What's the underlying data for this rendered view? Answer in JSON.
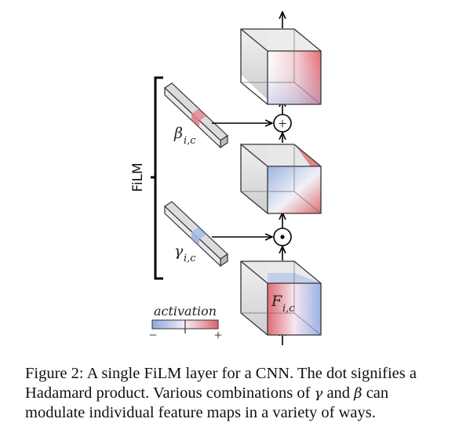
{
  "figure": {
    "film_label": "FiLM",
    "beta_symbol": "β",
    "gamma_symbol": "γ",
    "param_subscript": "i,c",
    "feature_symbol": "F",
    "feature_subscript": "i,c",
    "plus_symbol": "+",
    "activation_label": "activation",
    "legend_min": "−",
    "legend_max": "+",
    "colors": {
      "negative": "#8ea8dd",
      "positive": "#e0636c",
      "cube_edge": "#333333",
      "cube_shade": "#d5d5d5"
    }
  },
  "caption": {
    "prefix": "Figure 2: A single FiLM layer for a CNN. The dot signifies a Hadamard product. Various combinations of ",
    "gamma": "γ",
    "middle": " and ",
    "beta": "β",
    "suffix": " can modulate individual feature maps in a variety of ways."
  }
}
